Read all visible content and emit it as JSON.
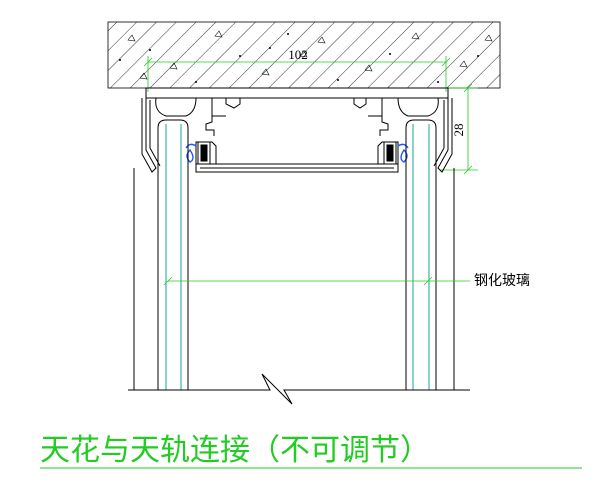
{
  "drawing": {
    "title": "天花与天轨连接（不可调节）",
    "callout_label": "钢化玻璃",
    "dimensions": {
      "width_label": "102",
      "height_label": "28"
    },
    "colors": {
      "outline": "#000000",
      "dimension": "#22cc22",
      "glass": "#1aa39a",
      "gasket": "#2255ff",
      "title": "#22cc22"
    }
  }
}
